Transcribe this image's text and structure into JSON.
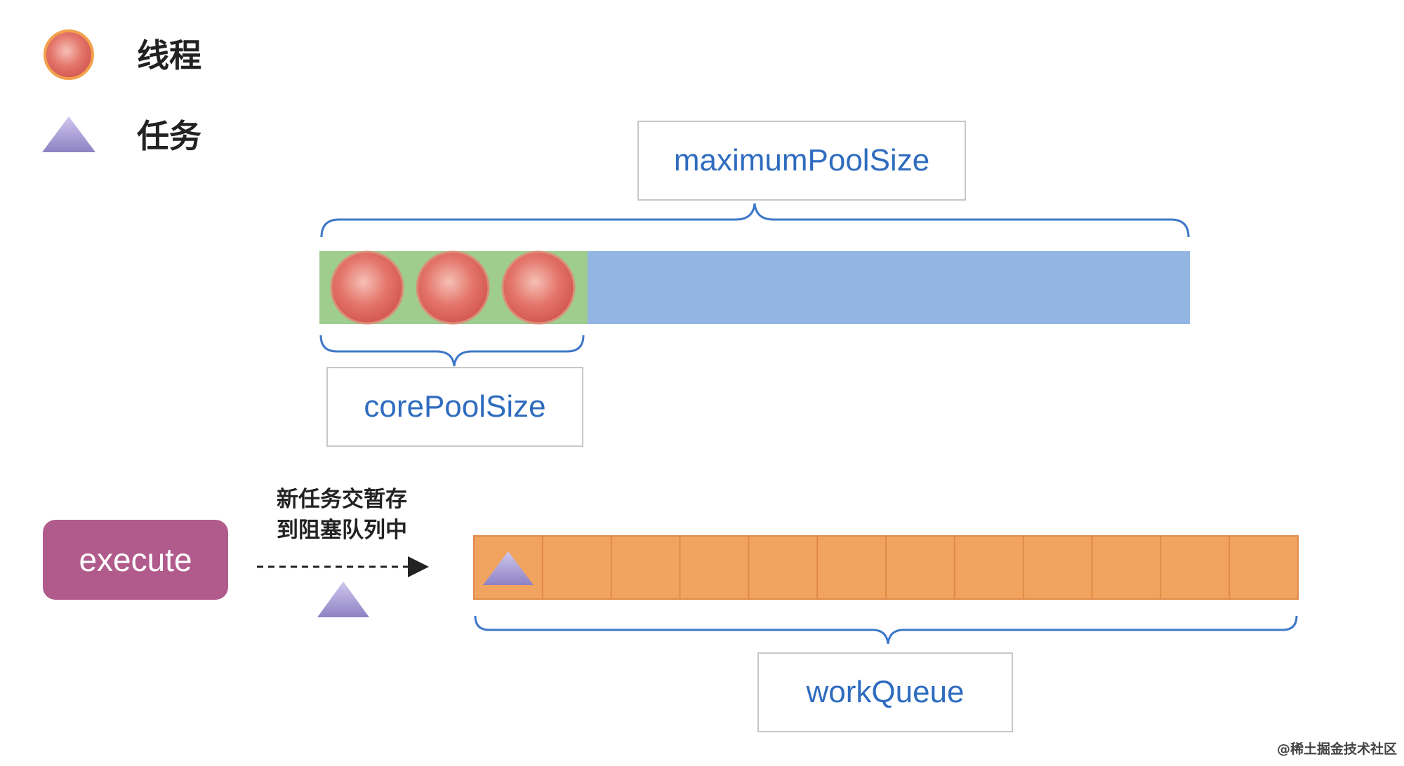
{
  "legend": {
    "thread_label": "线程",
    "task_label": "任务"
  },
  "labels": {
    "max_pool": "maximumPoolSize",
    "core_pool": "corePoolSize",
    "work_queue": "workQueue"
  },
  "execute_button": "execute",
  "note": {
    "line1": "新任务交暂存",
    "line2": "到阻塞队列中"
  },
  "pool": {
    "core_threads": 3
  },
  "queue": {
    "slots": 12,
    "tasks": 1
  },
  "colors": {
    "core_fill": "#9fcd8e",
    "max_fill": "#92b5e3",
    "queue_fill": "#f0a45f",
    "queue_divider": "#e08a49",
    "execute_fill": "#b15b8c",
    "brace": "#3e78c9",
    "box_border": "#c8c8c8",
    "thread": "#e0675f",
    "task": "#9b8fcc"
  },
  "watermark": "@稀土掘金技术社区"
}
